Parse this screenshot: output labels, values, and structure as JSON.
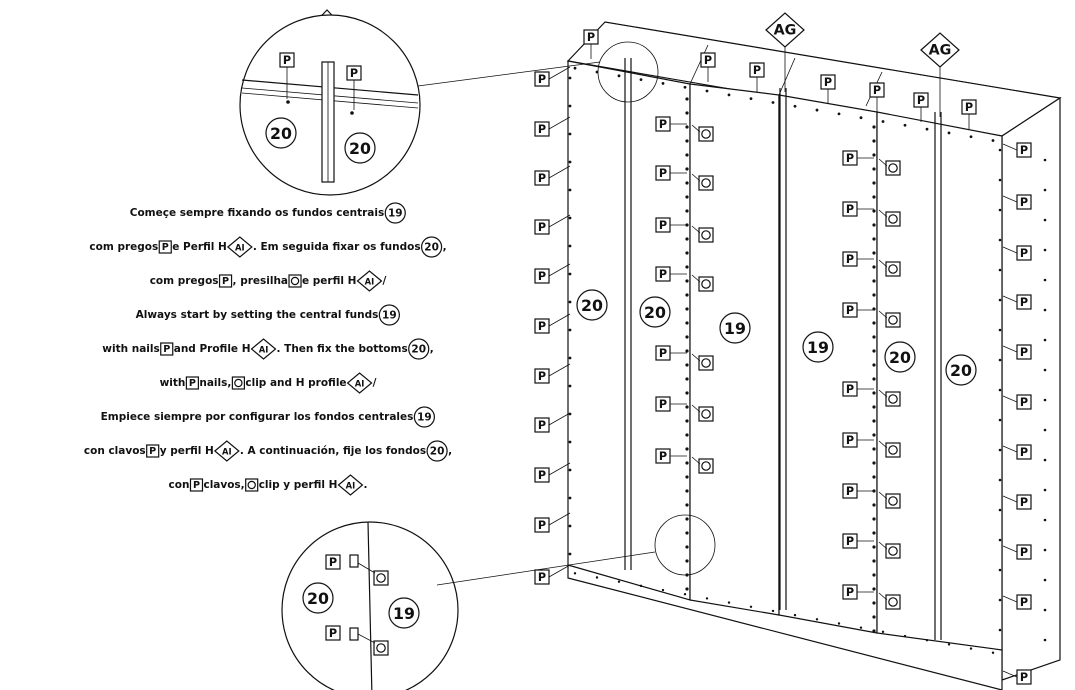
{
  "labels": {
    "nail": "P",
    "clip": "O",
    "profile_h": "AI",
    "guide": "AG",
    "central_back": "19",
    "side_back": "20"
  },
  "instructions": [
    {
      "lang": "pt",
      "lines": [
        {
          "segments": [
            {
              "t": "text",
              "v": "Começe sempre fixando os fundos centrais "
            },
            {
              "t": "num",
              "k": "central_back"
            }
          ]
        },
        {
          "segments": [
            {
              "t": "text",
              "v": "com pregos "
            },
            {
              "t": "box",
              "k": "nail"
            },
            {
              "t": "text",
              "v": " e Perfil H "
            },
            {
              "t": "dia",
              "k": "profile_h"
            },
            {
              "t": "text",
              "v": ". Em seguida fixar os fundos "
            },
            {
              "t": "num",
              "k": "side_back"
            },
            {
              "t": "text",
              "v": " ,"
            }
          ]
        },
        {
          "segments": [
            {
              "t": "text",
              "v": "com pregos "
            },
            {
              "t": "box",
              "k": "nail"
            },
            {
              "t": "text",
              "v": ", presilha "
            },
            {
              "t": "box",
              "k": "clip"
            },
            {
              "t": "text",
              "v": " e perfil H "
            },
            {
              "t": "dia",
              "k": "profile_h"
            },
            {
              "t": "text",
              "v": " /"
            }
          ]
        }
      ]
    },
    {
      "lang": "en",
      "lines": [
        {
          "segments": [
            {
              "t": "text",
              "v": "Always start by setting the central funds "
            },
            {
              "t": "num",
              "k": "central_back"
            }
          ]
        },
        {
          "segments": [
            {
              "t": "text",
              "v": "with nails "
            },
            {
              "t": "box",
              "k": "nail"
            },
            {
              "t": "text",
              "v": " and Profile H "
            },
            {
              "t": "dia",
              "k": "profile_h"
            },
            {
              "t": "text",
              "v": ". Then fix the bottoms "
            },
            {
              "t": "num",
              "k": "side_back"
            },
            {
              "t": "text",
              "v": ","
            }
          ]
        },
        {
          "segments": [
            {
              "t": "text",
              "v": "with "
            },
            {
              "t": "box",
              "k": "nail"
            },
            {
              "t": "text",
              "v": " nails, "
            },
            {
              "t": "box",
              "k": "clip"
            },
            {
              "t": "text",
              "v": " clip and H profile "
            },
            {
              "t": "dia",
              "k": "profile_h"
            },
            {
              "t": "text",
              "v": " /"
            }
          ]
        }
      ]
    },
    {
      "lang": "es",
      "lines": [
        {
          "segments": [
            {
              "t": "text",
              "v": "Empiece siempre por configurar los fondos centrales "
            },
            {
              "t": "num",
              "k": "central_back"
            }
          ]
        },
        {
          "segments": [
            {
              "t": "text",
              "v": "con clavos "
            },
            {
              "t": "box",
              "k": "nail"
            },
            {
              "t": "text",
              "v": " y perfil H "
            },
            {
              "t": "dia",
              "k": "profile_h"
            },
            {
              "t": "text",
              "v": ". A continuación, fije los fondos "
            },
            {
              "t": "num",
              "k": "side_back"
            },
            {
              "t": "text",
              "v": ","
            }
          ]
        },
        {
          "segments": [
            {
              "t": "text",
              "v": "con "
            },
            {
              "t": "box",
              "k": "nail"
            },
            {
              "t": "text",
              "v": " clavos, "
            },
            {
              "t": "box",
              "k": "clip"
            },
            {
              "t": "text",
              "v": " clip y perfil H "
            },
            {
              "t": "dia",
              "k": "profile_h"
            },
            {
              "t": "text",
              "v": "."
            }
          ]
        }
      ]
    }
  ]
}
